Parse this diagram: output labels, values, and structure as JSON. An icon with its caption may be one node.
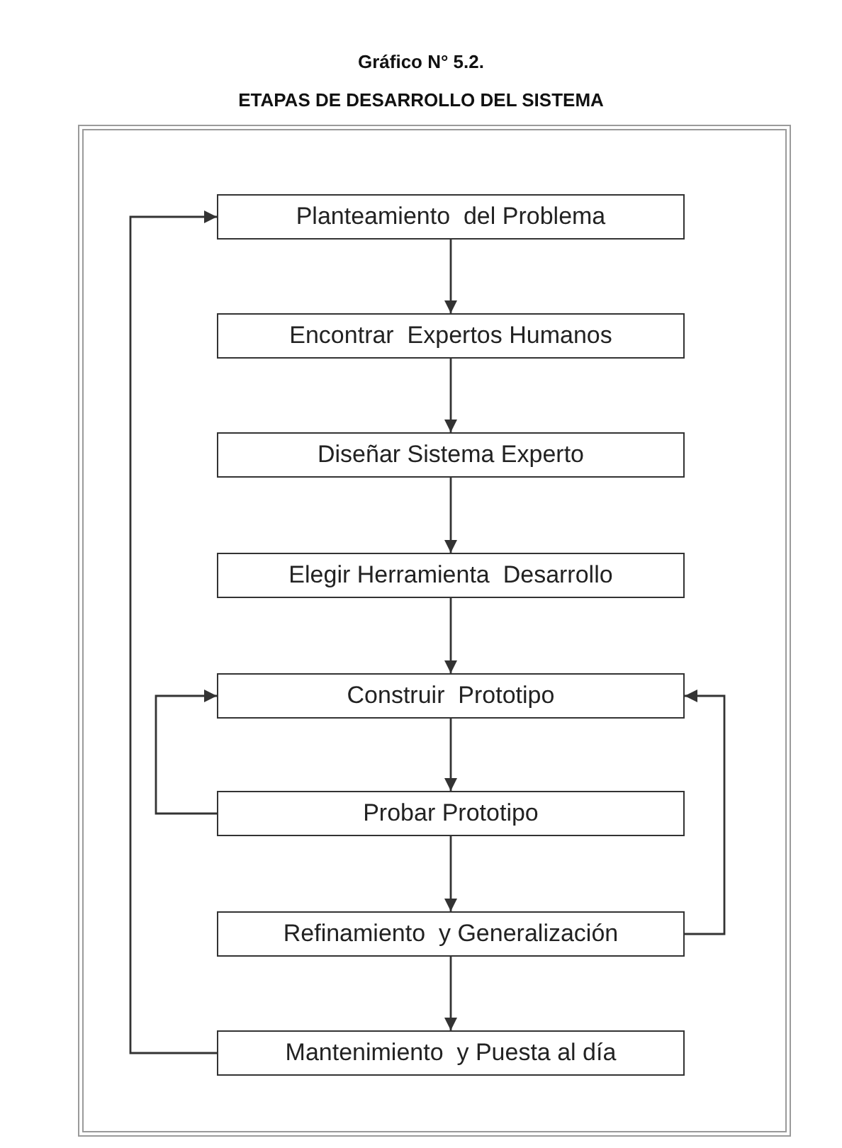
{
  "diagram": {
    "title": "Gráfico N° 5.2.",
    "caption": "ETAPAS DE DESARROLLO DEL SISTEMA",
    "nodes": [
      {
        "text": [
          "Planteamiento  del Problema"
        ]
      },
      {
        "text": [
          "Encontrar  Expertos Humanos"
        ]
      },
      {
        "text": [
          "Diseñar Sistema Experto"
        ]
      },
      {
        "text": [
          "Elegir Herramienta  Desarrollo"
        ]
      },
      {
        "text": [
          "Construir  Prototipo"
        ]
      },
      {
        "text": [
          "Probar Prototipo"
        ]
      },
      {
        "text": [
          "Refinamiento  y Generalización"
        ]
      },
      {
        "text": [
          "Mantenimiento  y Puesta al día"
        ]
      }
    ],
    "edges": [
      {
        "from": 0,
        "to": 1,
        "arrow": "to"
      },
      {
        "from": 1,
        "to": 2,
        "arrow": "to"
      },
      {
        "from": 2,
        "to": 3,
        "arrow": "to"
      },
      {
        "from": 3,
        "to": 4,
        "arrow": "to"
      },
      {
        "from": 4,
        "to": 5,
        "arrow": "to"
      },
      {
        "from": 5,
        "to": 6,
        "arrow": "to"
      },
      {
        "from": 6,
        "to": 7,
        "arrow": "to"
      },
      {
        "from": 5,
        "to": 4,
        "arrow": "to"
      },
      {
        "from": 6,
        "to": 4,
        "arrow": "to"
      },
      {
        "from": 7,
        "to": 0,
        "arrow": "to"
      }
    ]
  }
}
